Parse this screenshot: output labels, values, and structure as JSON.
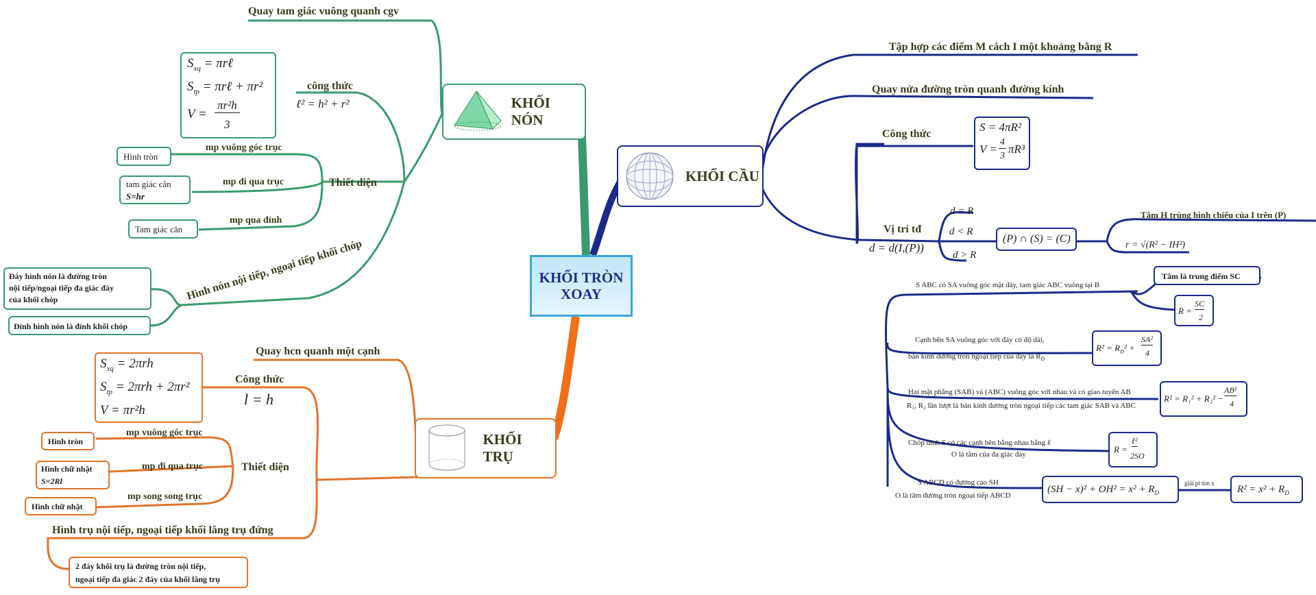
{
  "center": {
    "title": "KHỐI TRÒN XOAY"
  },
  "colors": {
    "cone": "#3a9a6e",
    "cylinder": "#e0742a",
    "sphere": "#1b2a8a",
    "center_border": "#39a7d8"
  },
  "cone": {
    "label": "KHỐI NÓN",
    "rotate": "Quay tam giác vuông quanh cgv",
    "formula_label": "công thức",
    "formulas": [
      "S",
      "xq",
      "= πrℓ",
      "S",
      "tp",
      "= πrℓ + πr²",
      "V =",
      "πr²h",
      "3"
    ],
    "side_formula": "ℓ² = h² + r²",
    "section_label": "Thiết diện",
    "sections": [
      {
        "plane": "mp vuông góc trục",
        "shape": "Hình tròn"
      },
      {
        "plane": "mp đi qua trục",
        "shape": "tam giác cân",
        "extra": "S=hr"
      },
      {
        "plane": "mp qua đỉnh",
        "shape": "Tam giác cân"
      }
    ],
    "inscribed_label": "Hình nón nội tiếp, ngoại tiếp khối chóp",
    "inscribed": [
      "Đáy hình nón là đường tròn",
      "nội tiếp/ngoại tiếp đa giác đáy",
      "của khối chóp",
      "Đỉnh hình nón là đỉnh khối chóp"
    ]
  },
  "cylinder": {
    "label": "KHỐI TRỤ",
    "rotate": "Quay hcn quanh một cạnh",
    "formula_label": "Công thức",
    "formulas": [
      "S",
      "xq",
      "= 2πrh",
      "S",
      "tp",
      "= 2πrh + 2πr²",
      "V = πr²h"
    ],
    "side_formula": "l = h",
    "section_label": "Thiết diện",
    "sections": [
      {
        "plane": "mp vuông góc trục",
        "shape": "Hình tròn"
      },
      {
        "plane": "mp đi qua trục",
        "shape": "Hình chữ nhật",
        "extra": "S=2Rl"
      },
      {
        "plane": "mp song song trục",
        "shape": "Hình chữ nhật"
      }
    ],
    "inscribed_label": "Hình trụ nội tiếp, ngoại tiếp khối lăng trụ đứng",
    "inscribed": [
      "2 đáy khối trụ là đường tròn nội tiếp,",
      "ngoại tiếp đa giác 2 đáy của khối lăng trụ"
    ]
  },
  "sphere": {
    "label": "KHỐI CẦU",
    "defs": [
      "Tập hợp các điểm M cách I một khoảng bằng R",
      "Quay nửa đường tròn quanh đường kính"
    ],
    "formula_label": "Công thức",
    "formulas": [
      "S = 4πR²",
      "V =",
      "4",
      "3",
      "πR³"
    ],
    "position_label": "Vị trí tđ",
    "position_formula": "d = d(I,(P))",
    "cases": [
      "d = R",
      "d < R",
      "d > R"
    ],
    "intersection": "(P) ∩ (S) = (C)",
    "intersection_results": [
      "Tâm H trùng hình chiếu của I trên (P)",
      "r = √(R² − IH²)"
    ],
    "cases2": [
      {
        "text": [
          "S ABC có SA vuông góc mặt đáy, tam giác ABC vuông tại B"
        ],
        "results": [
          "Tâm là trung điểm SC",
          "R =",
          "SC",
          "2"
        ]
      },
      {
        "text": [
          "Cạnh bên SA vuông góc với đáy có độ dài,",
          "bán kính đường tròn ngoại tiếp của đáy là R",
          "D"
        ],
        "results": [
          "R² = R",
          "D",
          "² +",
          "SA²",
          "4"
        ]
      },
      {
        "text": [
          "Hai mặt phẳng (SAB) và (ABC) vuông góc với nhau và có giao tuyến AB",
          "R₁, R₂ lần lượt là bán kính đường tròn ngoại tiếp các tam giác SAB và ABC"
        ],
        "results": [
          "R² = R₁² + R₂² −",
          "AB²",
          "4"
        ]
      },
      {
        "text": [
          "Chóp đỉnh S có các cạnh bên bằng nhau bằng ℓ",
          "O là tâm của đa giác đáy"
        ],
        "results": [
          "R =",
          "ℓ²",
          "2SO"
        ]
      },
      {
        "text": [
          "S ABCD có đường cao SH",
          "O là tâm đường tròn ngoại tiếp ABCD"
        ],
        "results": [
          "(SH − x)² + OH² = x² + R",
          "D",
          "²",
          "giải pt tìm x",
          "R² = x² + R",
          "D",
          "²"
        ]
      }
    ]
  }
}
